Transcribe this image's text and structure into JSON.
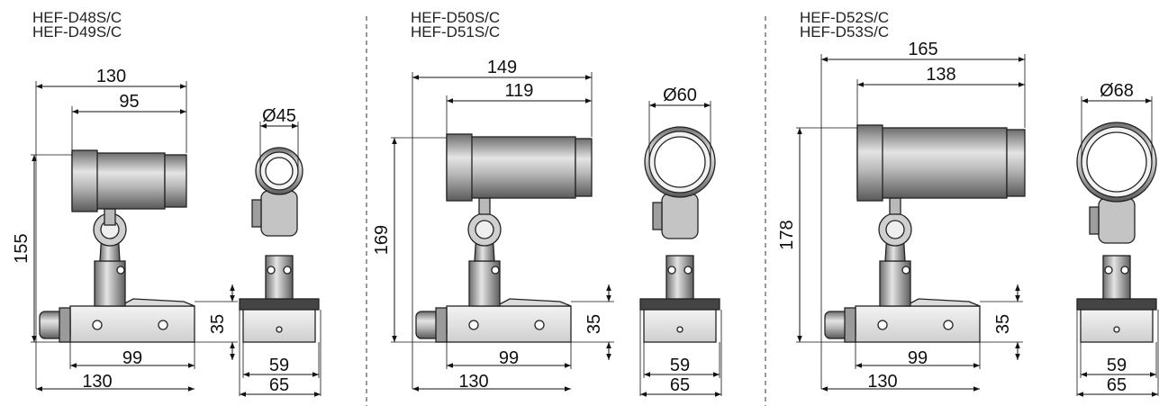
{
  "panels": [
    {
      "models": [
        "HEF-D48S/C",
        "HEF-D49S/C"
      ],
      "side": {
        "overall_length": "130",
        "body_length": "95",
        "height": "155",
        "base_height": "35",
        "base_inner": "99",
        "base_overall": "130"
      },
      "front": {
        "diameter": "Ø45",
        "base_inner": "59",
        "base_overall": "65"
      }
    },
    {
      "models": [
        "HEF-D50S/C",
        "HEF-D51S/C"
      ],
      "side": {
        "overall_length": "149",
        "body_length": "119",
        "height": "169",
        "base_height": "35",
        "base_inner": "99",
        "base_overall": "130"
      },
      "front": {
        "diameter": "Ø60",
        "base_inner": "59",
        "base_overall": "65"
      }
    },
    {
      "models": [
        "HEF-D52S/C",
        "HEF-D53S/C"
      ],
      "side": {
        "overall_length": "165",
        "body_length": "138",
        "height": "178",
        "base_height": "35",
        "base_inner": "99",
        "base_overall": "130"
      },
      "front": {
        "diameter": "Ø68",
        "base_inner": "59",
        "base_overall": "65"
      }
    }
  ]
}
